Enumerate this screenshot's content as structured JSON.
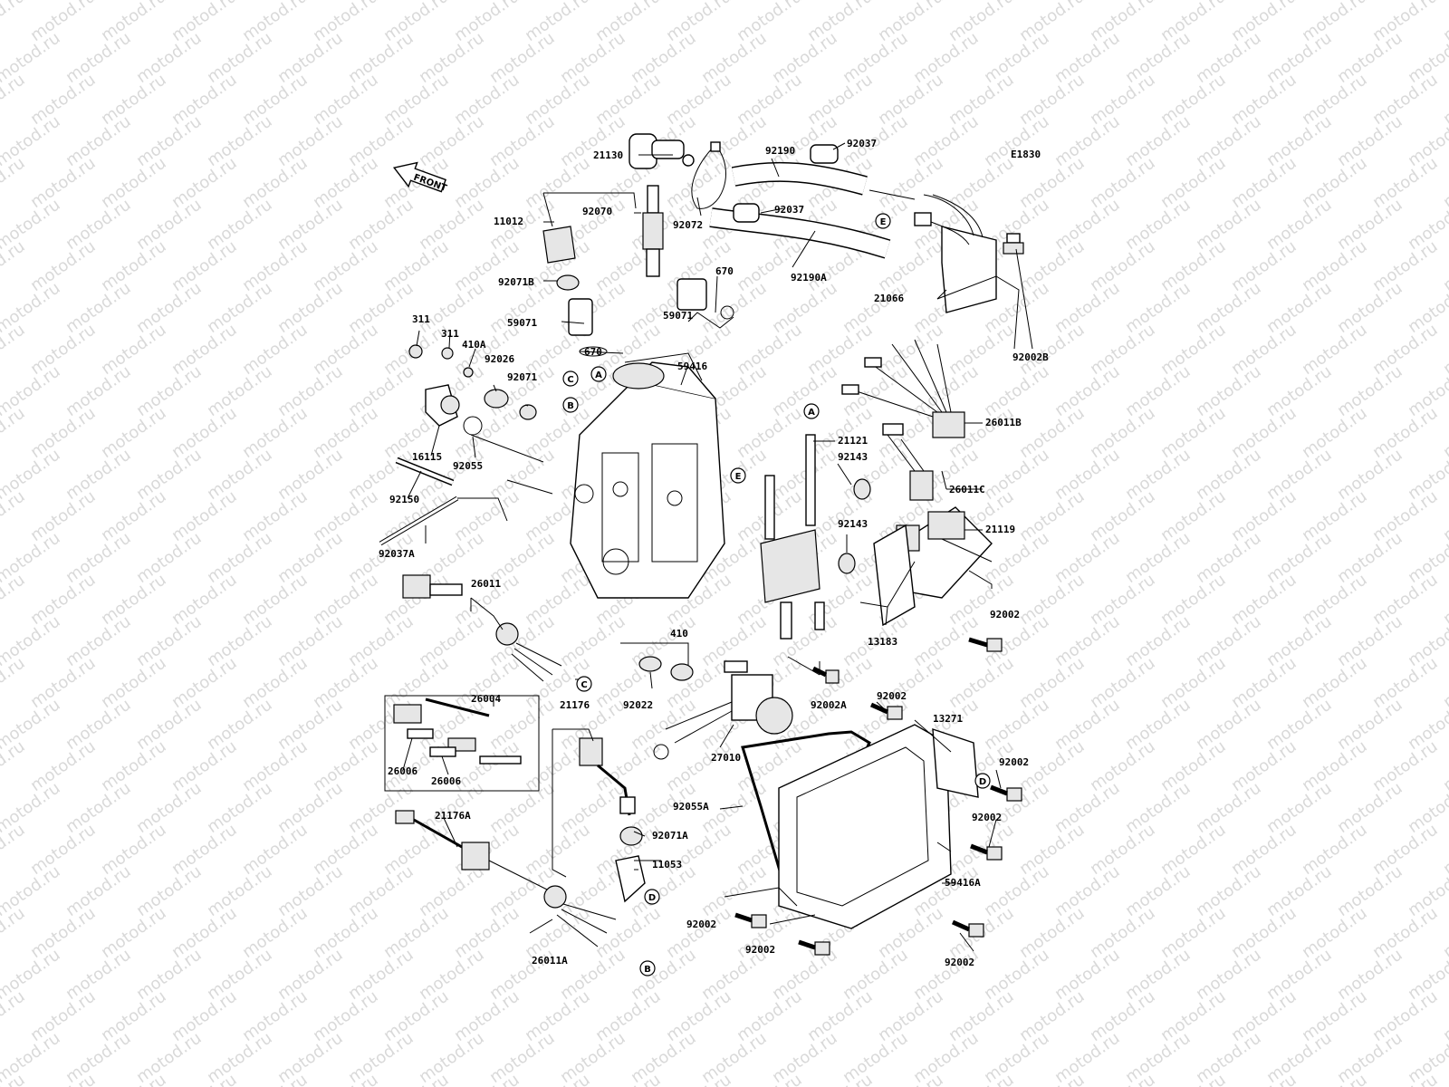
{
  "watermark": "motod.ru",
  "figure_code": "E1830",
  "front_label": "FRONT",
  "part_labels": [
    "21130",
    "92070",
    "92072",
    "11012",
    "92071B",
    "92190",
    "92037",
    "92037",
    "92190A",
    "21066",
    "92002B",
    "670",
    "59071",
    "59071",
    "670",
    "311",
    "311",
    "410A",
    "92026",
    "92071",
    "59416",
    "16115",
    "92055",
    "92150",
    "92037A",
    "21121",
    "92143",
    "26011B",
    "26011C",
    "21119",
    "92143",
    "26011",
    "410",
    "92002",
    "13183",
    "26004",
    "26006",
    "26006",
    "21176",
    "92022",
    "92002A",
    "27010",
    "92002",
    "13271",
    "92002",
    "92002",
    "92055A",
    "92071A",
    "21176A",
    "11053",
    "59416A",
    "92002",
    "92002",
    "26011A",
    "92002"
  ],
  "callout_letters": [
    "A",
    "C",
    "B",
    "E",
    "A",
    "E",
    "C",
    "D",
    "D",
    "B"
  ]
}
